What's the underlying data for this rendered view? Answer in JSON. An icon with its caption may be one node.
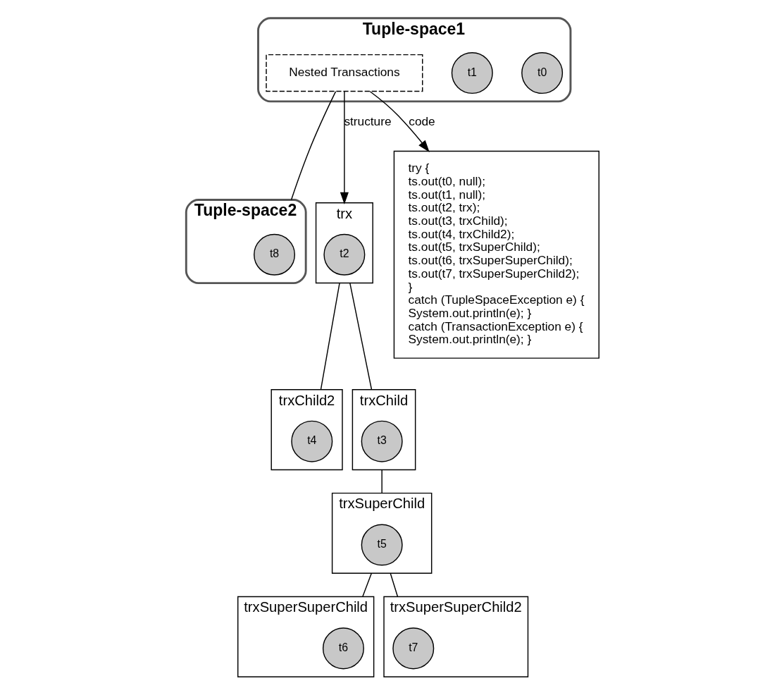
{
  "diagram": {
    "nodes": [
      {
        "text": [
          "Tuple-space1"
        ]
      },
      {
        "text": [
          "t0"
        ],
        "in": 0
      },
      {
        "text": [
          "t1"
        ],
        "in": 0
      },
      {
        "text": [
          "Nested Transactions"
        ],
        "in": 0
      },
      {
        "text": [
          "Tuple-space2"
        ]
      },
      {
        "text": [
          "t8"
        ],
        "in": 4
      },
      {
        "text": [
          "trx"
        ]
      },
      {
        "text": [
          "t2"
        ],
        "in": 6
      },
      {
        "text": [
          "trxChild2"
        ]
      },
      {
        "text": [
          "t4"
        ],
        "in": 8
      },
      {
        "text": [
          "trxChild"
        ]
      },
      {
        "text": [
          "t3"
        ],
        "in": 10
      },
      {
        "text": [
          "trxSuperChild"
        ]
      },
      {
        "text": [
          "t5"
        ],
        "in": 12
      },
      {
        "text": [
          "trxSuperSuperChild"
        ]
      },
      {
        "text": [
          "t6"
        ],
        "in": 14
      },
      {
        "text": [
          "trxSuperSuperChild2"
        ]
      },
      {
        "text": [
          "t7"
        ],
        "in": 16
      },
      {
        "text": [
          "try {",
          "ts.out(t0, null);",
          "ts.out(t1, null);",
          "ts.out(t2, trx);",
          "ts.out(t3, trxChild);",
          "ts.out(t4, trxChild2);",
          "ts.out(t5, trxSuperChild);",
          "ts.out(t6, trxSuperSuperChild);",
          "ts.out(t7, trxSuperSuperChild2);",
          "}",
          "catch (TupleSpaceException e) {",
          "System.out.println(e); }",
          "catch (TransactionException e) {",
          "System.out.println(e); }"
        ]
      }
    ],
    "edges": [
      {
        "from": 3,
        "to": 4,
        "arrow": "none"
      },
      {
        "from": 3,
        "to": 6,
        "arrow": "to",
        "label": "structure"
      },
      {
        "from": 3,
        "to": 18,
        "arrow": "to",
        "label": "code"
      },
      {
        "from": 6,
        "to": 8,
        "arrow": "none"
      },
      {
        "from": 6,
        "to": 10,
        "arrow": "none"
      },
      {
        "from": 10,
        "to": 12,
        "arrow": "none"
      },
      {
        "from": 12,
        "to": 14,
        "arrow": "none"
      },
      {
        "from": 12,
        "to": 16,
        "arrow": "none"
      }
    ]
  }
}
